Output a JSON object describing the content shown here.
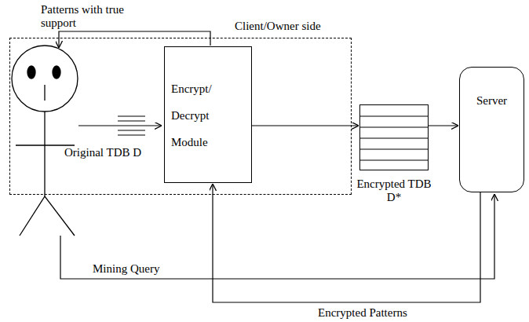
{
  "diagram": {
    "nodes": [
      {
        "text": [
          "Client/Owner side"
        ]
      },
      {
        "text": [
          "Encrypt/ Decrypt Module"
        ],
        "in": 0
      },
      {
        "text": [
          "Encrypted TDB D*"
        ]
      },
      {
        "text": [
          "Server"
        ]
      }
    ],
    "edges": [
      {
        "from": 1,
        "to": 2,
        "arrow": "to"
      },
      {
        "from": 2,
        "to": 3,
        "arrow": "to"
      },
      {
        "from": 3,
        "to": 1,
        "label": "Encrypted Patterns",
        "arrow": "to"
      }
    ],
    "labels": [
      "Patterns with true support",
      "Original TDB D",
      "Mining Query"
    ]
  }
}
